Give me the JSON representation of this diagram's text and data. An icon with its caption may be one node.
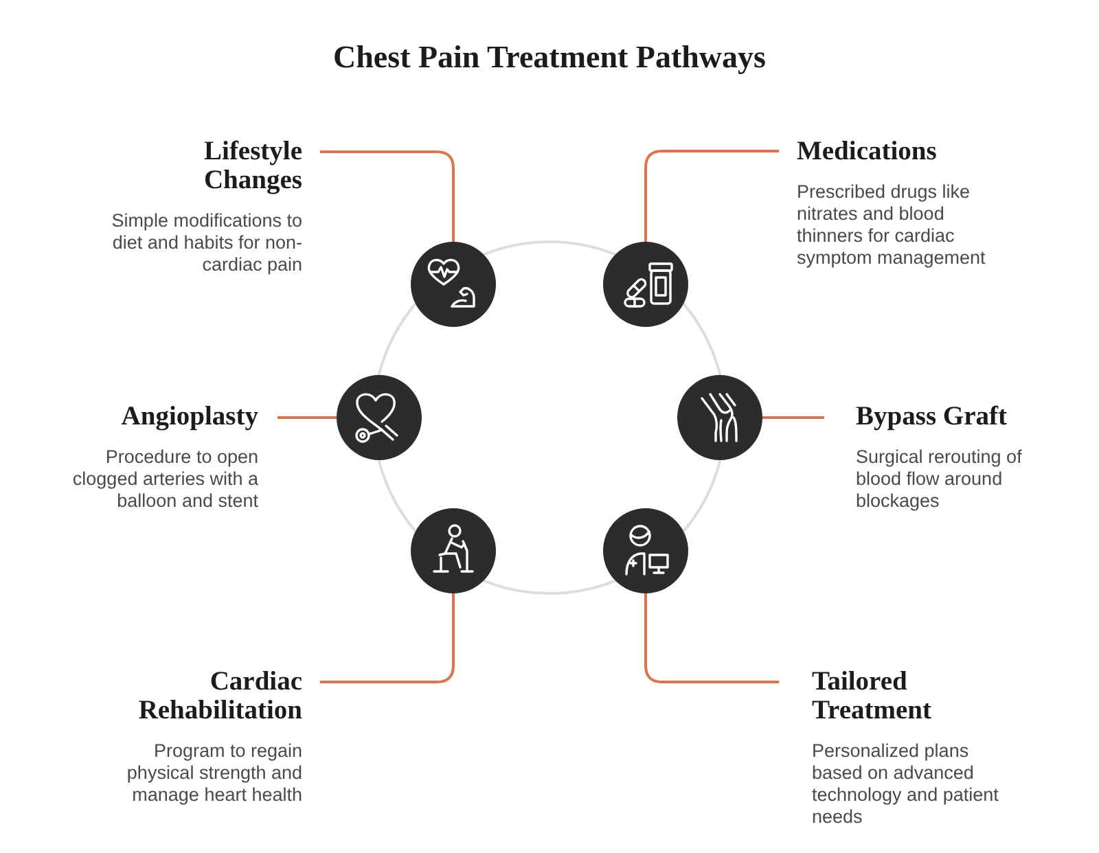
{
  "diagram": {
    "title": "Chest Pain Treatment Pathways",
    "nodes": [
      {
        "text": [
          "Lifestyle Changes",
          "Simple modifications to diet and habits for non-cardiac pain"
        ]
      },
      {
        "text": [],
        "shape": "circle"
      },
      {
        "text": [
          "Medications",
          "Prescribed drugs like nitrates and blood thinners for cardiac symptom management"
        ]
      },
      {
        "text": [],
        "shape": "circle"
      },
      {
        "text": [
          "Angioplasty",
          "Procedure to open clogged arteries with a balloon and stent"
        ]
      },
      {
        "text": [],
        "shape": "circle"
      },
      {
        "text": [
          "Bypass Graft",
          "Surgical rerouting of blood flow around blockages"
        ]
      },
      {
        "text": [],
        "shape": "circle"
      },
      {
        "text": [
          "Cardiac Rehabilitation",
          "Program to regain physical strength and manage heart health"
        ]
      },
      {
        "text": [],
        "shape": "circle"
      },
      {
        "text": [
          "Tailored Treatment",
          "Personalized plans based on advanced technology and patient needs"
        ]
      },
      {
        "text": [],
        "shape": "circle"
      }
    ],
    "edges": [
      {
        "from": 0,
        "to": 1,
        "arrow": "none"
      },
      {
        "from": 2,
        "to": 3,
        "arrow": "none"
      },
      {
        "from": 4,
        "to": 5,
        "arrow": "none"
      },
      {
        "from": 6,
        "to": 7,
        "arrow": "none"
      },
      {
        "from": 8,
        "to": 9,
        "arrow": "none"
      },
      {
        "from": 10,
        "to": 11,
        "arrow": "none"
      }
    ]
  }
}
